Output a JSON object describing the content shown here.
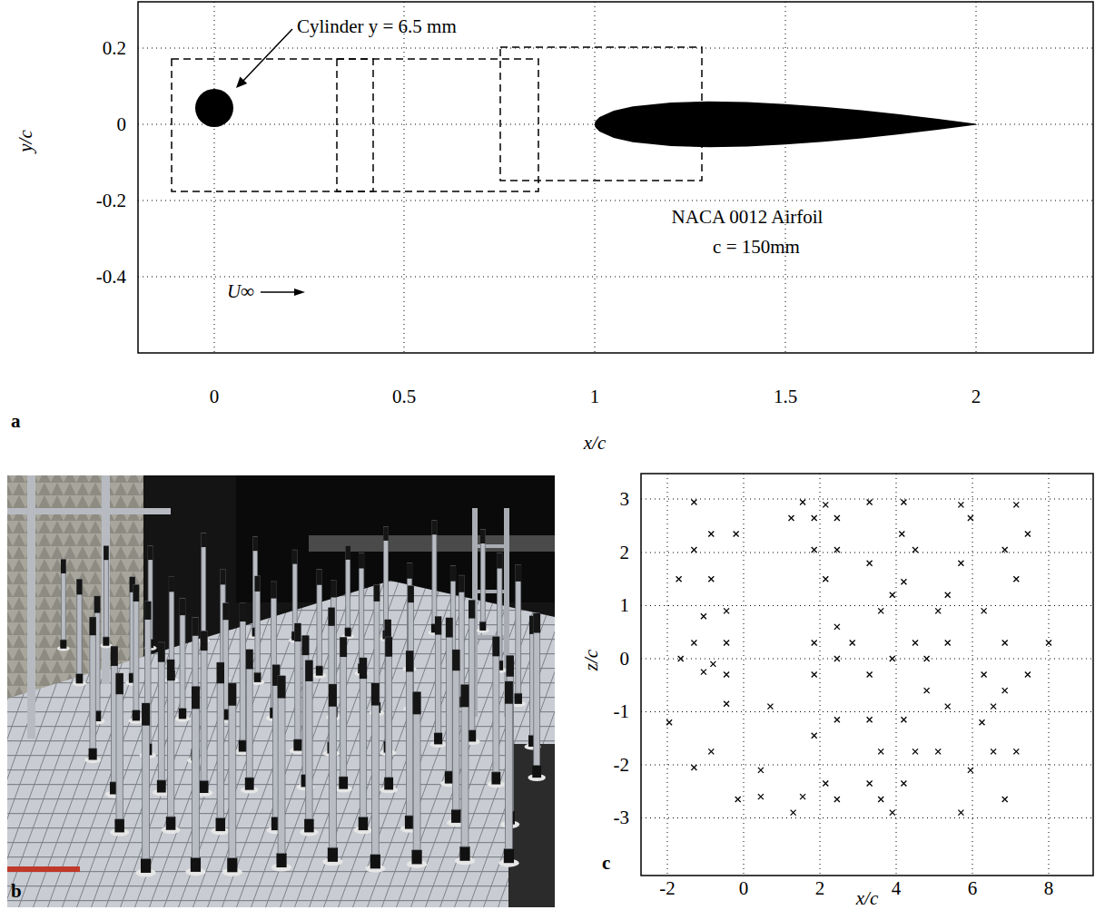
{
  "diagram": {
    "labels": [
      "Cylinder y = 6.5 mm",
      "0.2",
      "0",
      "-0.2",
      "-0.4",
      "y/c",
      "NACA 0012 Airfoil",
      "c = 150mm",
      "U∞",
      "0",
      "0.5",
      "1",
      "1.5",
      "2",
      "a",
      "x/c",
      "b",
      "3",
      "2",
      "1",
      "0",
      "-1",
      "-2",
      "-3",
      "z/c",
      "c",
      "-2",
      "0",
      "2",
      "4",
      "6",
      "8",
      "x/c"
    ]
  }
}
